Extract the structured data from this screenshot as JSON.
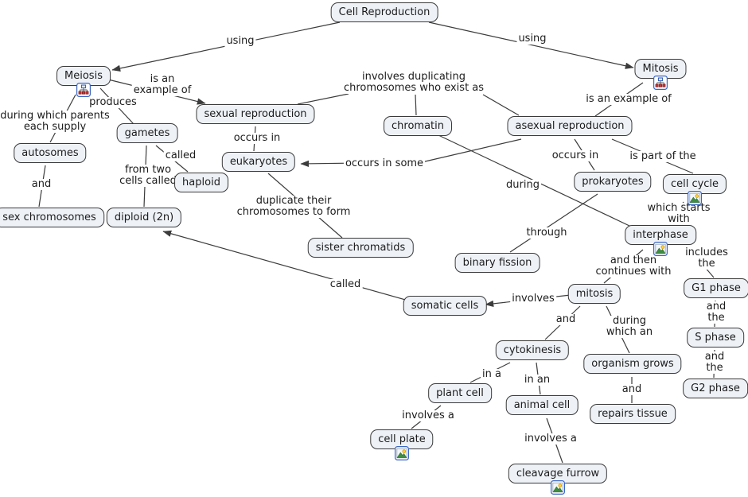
{
  "title": "Cell Reproduction",
  "colors": {
    "background": "#ffffff",
    "node_fill": "#eef2f7",
    "node_border": "#3a3a3a",
    "line": "#3c3c3c",
    "text": "#1c1c1c",
    "icon_border": "#3a66c4",
    "icon_node_red": "#cc3333",
    "icon_mountain_green": "#3e8e41",
    "icon_sun_yellow": "#ffd23e"
  },
  "nodes": [
    {
      "id": "cell-reproduction",
      "label": "Cell Reproduction",
      "icon": null
    },
    {
      "id": "meiosis",
      "label": "Meiosis",
      "icon": "cmap-icon"
    },
    {
      "id": "mitosis",
      "label": "Mitosis",
      "icon": "cmap-icon"
    },
    {
      "id": "sexual-reproduction",
      "label": "sexual reproduction",
      "icon": null
    },
    {
      "id": "gametes",
      "label": "gametes",
      "icon": null
    },
    {
      "id": "autosomes",
      "label": "autosomes",
      "icon": null
    },
    {
      "id": "sex-chromosomes",
      "label": "sex chromosomes",
      "icon": null
    },
    {
      "id": "haploid",
      "label": "haploid",
      "icon": null
    },
    {
      "id": "diploid-2n",
      "label": "diploid (2n)",
      "icon": null
    },
    {
      "id": "eukaryotes",
      "label": "eukaryotes",
      "icon": null
    },
    {
      "id": "chromatin",
      "label": "chromatin",
      "icon": null
    },
    {
      "id": "asexual-reproduction",
      "label": "asexual reproduction",
      "icon": null
    },
    {
      "id": "prokaryotes",
      "label": "prokaryotes",
      "icon": null
    },
    {
      "id": "cell-cycle",
      "label": "cell cycle",
      "icon": "image-icon"
    },
    {
      "id": "interphase",
      "label": "interphase",
      "icon": "image-icon"
    },
    {
      "id": "binary-fission",
      "label": "binary fission",
      "icon": null
    },
    {
      "id": "sister-chromatids",
      "label": "sister chromatids",
      "icon": null
    },
    {
      "id": "somatic-cells",
      "label": "somatic cells",
      "icon": null
    },
    {
      "id": "mitosis-phase",
      "label": "mitosis",
      "icon": null
    },
    {
      "id": "cytokinesis",
      "label": "cytokinesis",
      "icon": null
    },
    {
      "id": "organism-grows",
      "label": "organism grows",
      "icon": null
    },
    {
      "id": "repairs-tissue",
      "label": "repairs tissue",
      "icon": null
    },
    {
      "id": "plant-cell",
      "label": "plant cell",
      "icon": null
    },
    {
      "id": "animal-cell",
      "label": "animal cell",
      "icon": null
    },
    {
      "id": "cell-plate",
      "label": "cell plate",
      "icon": "image-icon"
    },
    {
      "id": "cleavage-furrow",
      "label": "cleavage furrow",
      "icon": "image-icon"
    },
    {
      "id": "g1-phase",
      "label": "G1 phase",
      "icon": null
    },
    {
      "id": "s-phase",
      "label": "S phase",
      "icon": null
    },
    {
      "id": "g2-phase",
      "label": "G2 phase",
      "icon": null
    }
  ],
  "phrases": [
    {
      "id": "using-left",
      "text": "using"
    },
    {
      "id": "using-right",
      "text": "using"
    },
    {
      "id": "is-an-example-of-left",
      "text": "is an\nexample of"
    },
    {
      "id": "produces",
      "text": "produces"
    },
    {
      "id": "during-which-parents",
      "text": "during which parents\neach supply"
    },
    {
      "id": "and-autosomes",
      "text": "and"
    },
    {
      "id": "called-haploid",
      "text": "called"
    },
    {
      "id": "from-two-cells",
      "text": "from two\ncells called"
    },
    {
      "id": "occurs-in-sexual",
      "text": "occurs in"
    },
    {
      "id": "involves-duplicating",
      "text": "involves duplicating\nchromosomes who exist as"
    },
    {
      "id": "occurs-in-some",
      "text": "occurs in some"
    },
    {
      "id": "duplicate-their",
      "text": "duplicate their\nchromosomes to form"
    },
    {
      "id": "is-an-example-of-right",
      "text": "is an example of"
    },
    {
      "id": "occurs-in-asexual",
      "text": "occurs in"
    },
    {
      "id": "is-part-of-the",
      "text": "is part of the"
    },
    {
      "id": "during",
      "text": "during"
    },
    {
      "id": "through",
      "text": "through"
    },
    {
      "id": "which-starts-with",
      "text": "which starts with"
    },
    {
      "id": "and-then-continues",
      "text": "and then\ncontinues with"
    },
    {
      "id": "includes-the",
      "text": "includes the"
    },
    {
      "id": "and-the-1",
      "text": "and the"
    },
    {
      "id": "and-the-2",
      "text": "and the"
    },
    {
      "id": "called-somatic",
      "text": "called"
    },
    {
      "id": "involves-somatic",
      "text": "involves"
    },
    {
      "id": "and-cytokinesis",
      "text": "and"
    },
    {
      "id": "during-which-an",
      "text": "during\nwhich an"
    },
    {
      "id": "and-repairs",
      "text": "and"
    },
    {
      "id": "in-a",
      "text": "in a"
    },
    {
      "id": "in-an",
      "text": "in an"
    },
    {
      "id": "involves-a-plant",
      "text": "involves a"
    },
    {
      "id": "involves-a-animal",
      "text": "involves a"
    }
  ]
}
